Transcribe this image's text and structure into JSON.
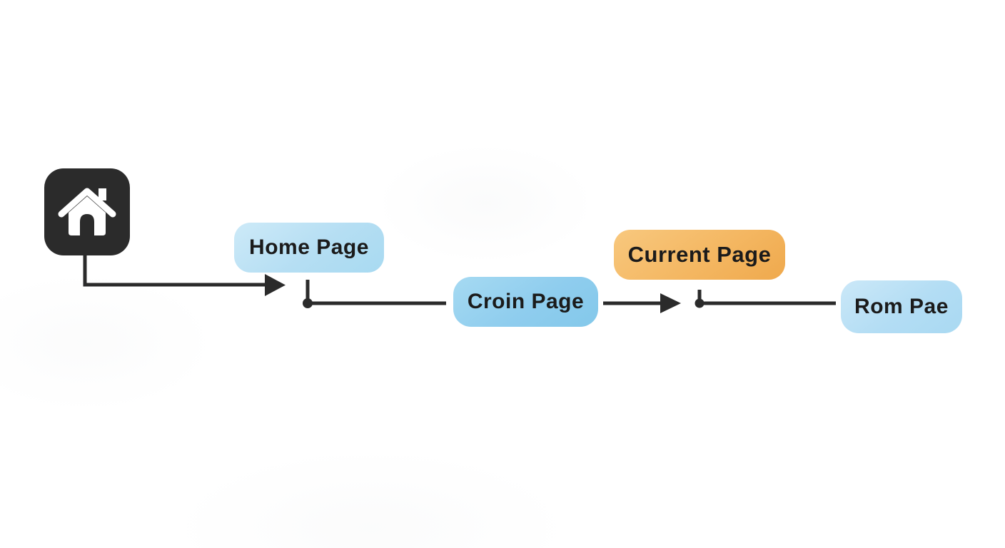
{
  "diagram": {
    "type": "breadcrumb-flow",
    "background_color": "#ffffff",
    "line_color": "#2b2b2b",
    "text_color": "#1b1b1b",
    "home_icon": {
      "name": "home-icon",
      "background": "#2b2b2b",
      "glyph_color": "#ffffff"
    },
    "nodes": [
      {
        "id": "home-page",
        "label": "Home Page",
        "fill": "#b5def3"
      },
      {
        "id": "croin-page",
        "label": "Croin Page",
        "fill": "#8fcdee"
      },
      {
        "id": "current-page",
        "label": "Current Page",
        "fill": "#f4b762"
      },
      {
        "id": "rom-page",
        "label": "Rom Pae",
        "fill": "#b3ddf4"
      }
    ],
    "connectors": [
      {
        "from": "home-icon",
        "to": "home-page",
        "style": "elbow-arrow"
      },
      {
        "from": "home-page",
        "to": "croin-page",
        "style": "dot-elbow-line"
      },
      {
        "from": "croin-page",
        "to": "current-page",
        "style": "arrow"
      },
      {
        "from": "current-page",
        "to": "rom-page",
        "style": "dot-elbow-line"
      }
    ]
  }
}
